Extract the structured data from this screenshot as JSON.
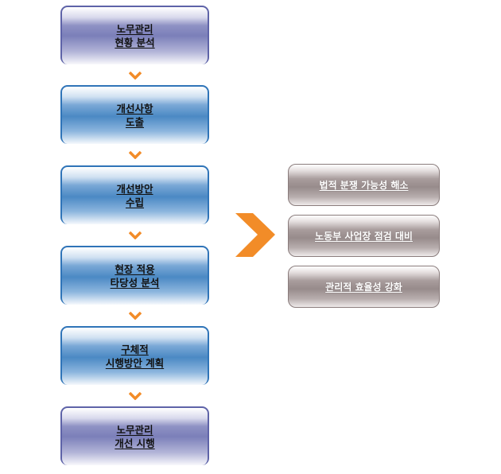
{
  "steps": [
    {
      "label": "노무관리\n현황 분석",
      "theme": "purple"
    },
    {
      "label": "개선사항\n도출",
      "theme": "blue"
    },
    {
      "label": "개선방안\n수립",
      "theme": "blue"
    },
    {
      "label": "현장 적용\n타당성 분석",
      "theme": "blue"
    },
    {
      "label": "구체적\n시행방안 계획",
      "theme": "blue"
    },
    {
      "label": "노무관리\n개선 시행",
      "theme": "purple"
    }
  ],
  "results": [
    {
      "label": "법적 분쟁 가능성 해소"
    },
    {
      "label": "노동부 사업장 점검 대비"
    },
    {
      "label": "관리적 효율성 강화"
    }
  ],
  "colors": {
    "arrow": "#f28c28",
    "purple": "#7b7fb9",
    "blue": "#4b89c4",
    "grey": "#978b8b"
  }
}
